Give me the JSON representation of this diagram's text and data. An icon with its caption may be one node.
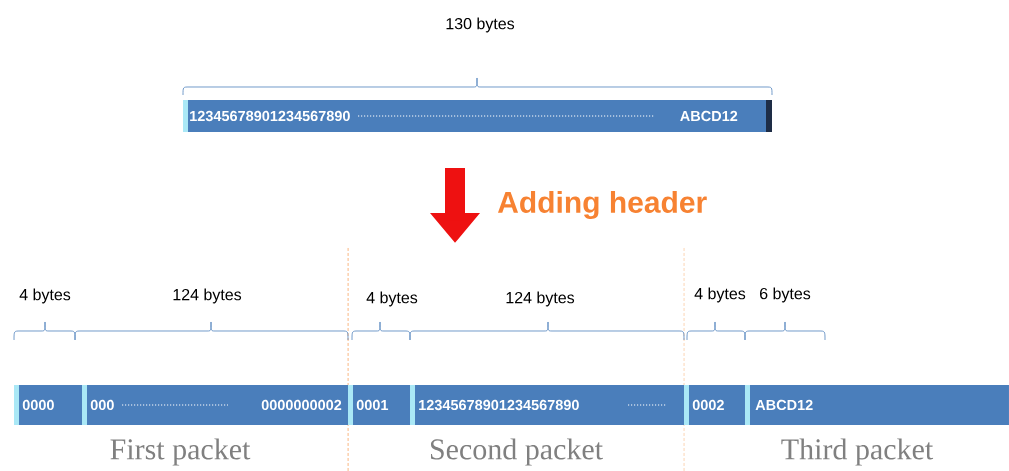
{
  "diagram": {
    "nodes": [
      {
        "text": [
          "12345678901234567890",
          "ABCD12"
        ]
      },
      {
        "text": [
          "0000"
        ]
      },
      {
        "text": [
          "000",
          "0000000002"
        ]
      },
      {
        "text": [
          "0001"
        ]
      },
      {
        "text": [
          "12345678901234567890"
        ]
      },
      {
        "text": [
          "0002"
        ]
      },
      {
        "text": [
          "ABCD12"
        ]
      }
    ],
    "labels": [
      "130 bytes",
      "Adding header",
      "4 bytes",
      "124 bytes",
      "4 bytes",
      "124 bytes",
      "4 bytes",
      "6 bytes",
      "First packet",
      "Second packet",
      "Third packet"
    ]
  }
}
